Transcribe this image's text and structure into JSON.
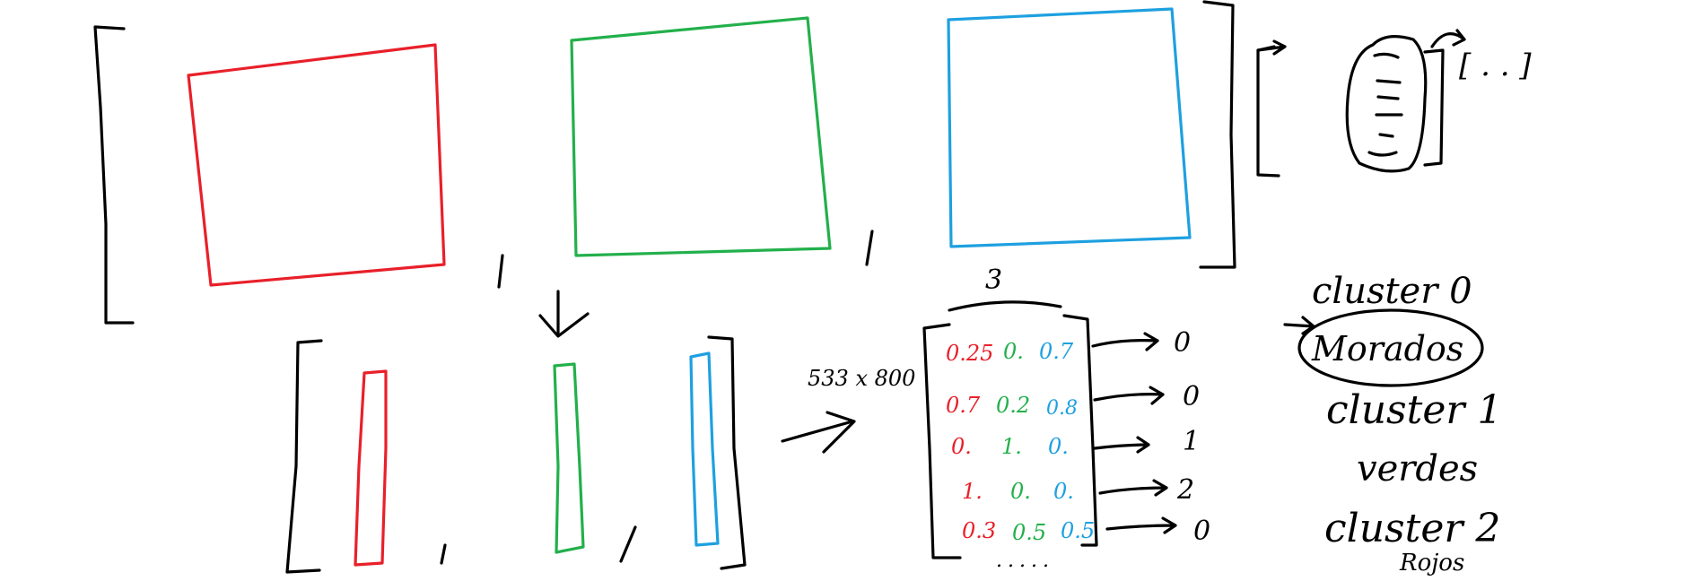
{
  "colors": {
    "ink": "#000000",
    "red": "#e8202a",
    "green": "#22b04b",
    "blue": "#1ea0e0"
  },
  "dimension_label": "533 x 800",
  "column_count_label": "3",
  "matrix": {
    "rows": [
      {
        "cells": [
          "0.25",
          "0.",
          "0.7"
        ],
        "colors": [
          "red",
          "green",
          "blue"
        ],
        "result": "0"
      },
      {
        "cells": [
          "0.7",
          "0.2",
          "0.8"
        ],
        "colors": [
          "red",
          "green",
          "blue"
        ],
        "result": "0"
      },
      {
        "cells": [
          "0.",
          "1.",
          "0."
        ],
        "colors": [
          "red",
          "green",
          "blue"
        ],
        "result": "1"
      },
      {
        "cells": [
          "1.",
          "0.",
          "0."
        ],
        "colors": [
          "red",
          "green",
          "blue"
        ],
        "result": "2"
      },
      {
        "cells": [
          "0.3",
          "0.5",
          "0.5"
        ],
        "colors": [
          "red",
          "green",
          "blue"
        ],
        "result": "0"
      }
    ],
    "ellipsis": "....."
  },
  "clusters": {
    "cluster0": "cluster 0",
    "group0": "Morados",
    "cluster1": "cluster 1",
    "group1": "verdes",
    "cluster2": "cluster 2",
    "group2": "Rojos"
  },
  "list_bracket_label": "[ . . ]"
}
